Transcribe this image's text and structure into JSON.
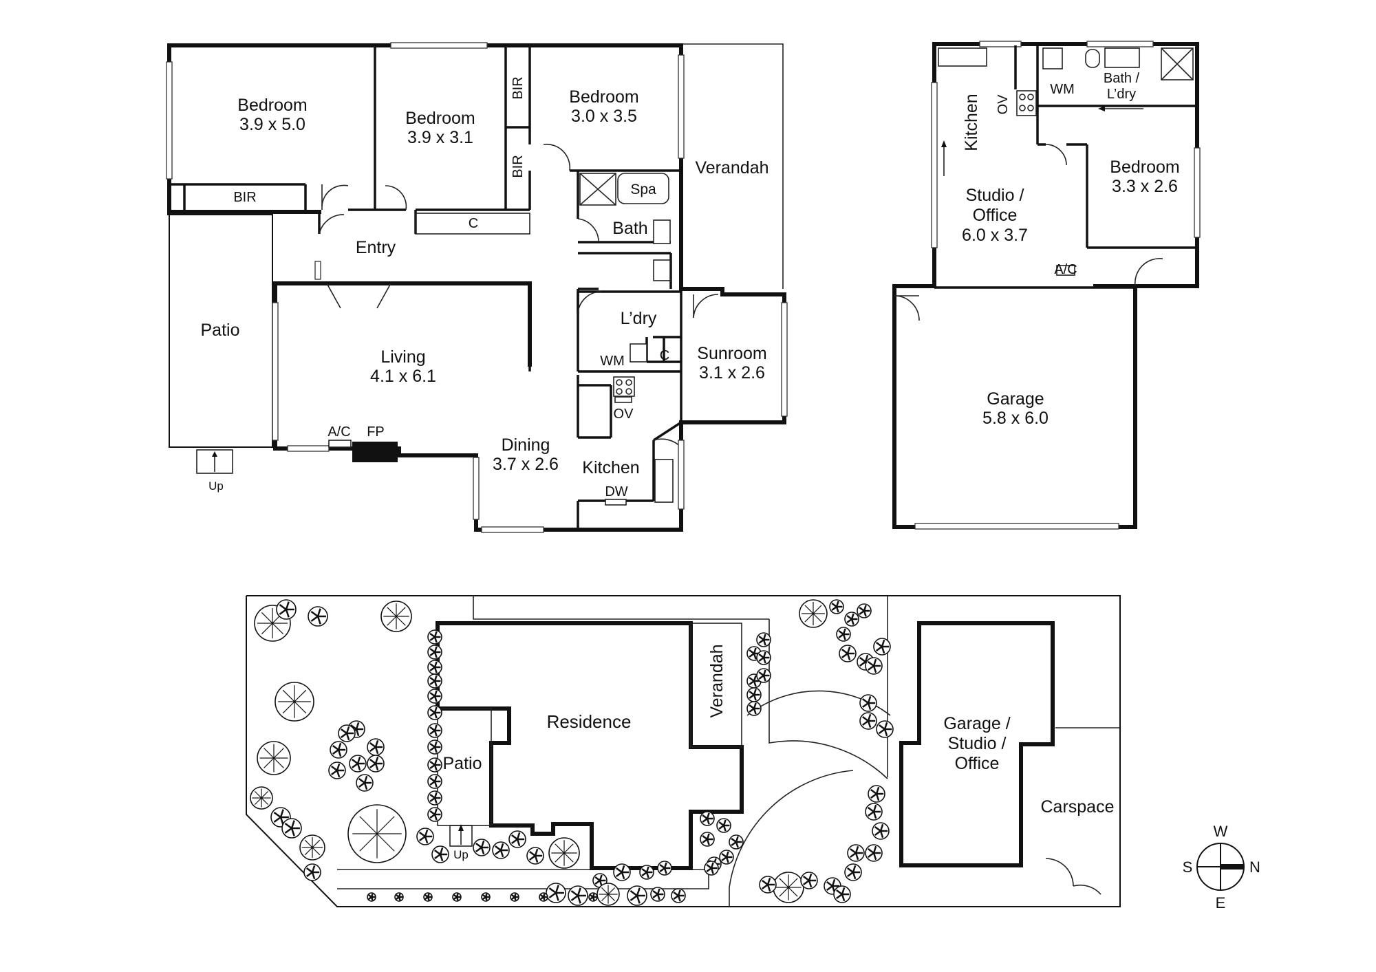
{
  "house_plan": {
    "rooms": [
      {
        "id": "bedroom1",
        "name": "Bedroom",
        "size": "3.9 x 5.0"
      },
      {
        "id": "bedroom2",
        "name": "Bedroom",
        "size": "3.9 x 3.1"
      },
      {
        "id": "bedroom3",
        "name": "Bedroom",
        "size": "3.0 x 3.5"
      },
      {
        "id": "living",
        "name": "Living",
        "size": "4.1 x 6.1"
      },
      {
        "id": "dining",
        "name": "Dining",
        "size": "3.7 x 2.6"
      },
      {
        "id": "sunroom",
        "name": "Sunroom",
        "size": "3.1 x 2.6"
      }
    ],
    "labels": {
      "verandah": "Verandah",
      "entry": "Entry",
      "patio": "Patio",
      "bath": "Bath",
      "spa": "Spa",
      "laundry": "L’dry",
      "wm": "WM",
      "cupboard": "C",
      "ov": "OV",
      "kitchen": "Kitchen",
      "dw": "DW",
      "bir": "BIR",
      "ac": "A/C",
      "fp": "FP",
      "up": "Up"
    }
  },
  "studio_plan": {
    "kitchen": "Kitchen",
    "ov": "OV",
    "wm": "WM",
    "bath_laundry_1": "Bath /",
    "bath_laundry_2": "L’dry",
    "studio_1": "Studio /",
    "studio_2": "Office",
    "studio_size": "6.0 x 3.7",
    "bedroom": "Bedroom",
    "bedroom_size": "3.3 x 2.6",
    "ac": "A/C",
    "garage": "Garage",
    "garage_size": "5.8 x 6.0"
  },
  "site_plan": {
    "residence": "Residence",
    "verandah": "Verandah",
    "patio": "Patio",
    "up": "Up",
    "garage_1": "Garage /",
    "garage_2": "Studio /",
    "garage_3": "Office",
    "carspace": "Carspace"
  },
  "compass": {
    "n": "N",
    "s": "S",
    "e": "E",
    "w": "W"
  }
}
